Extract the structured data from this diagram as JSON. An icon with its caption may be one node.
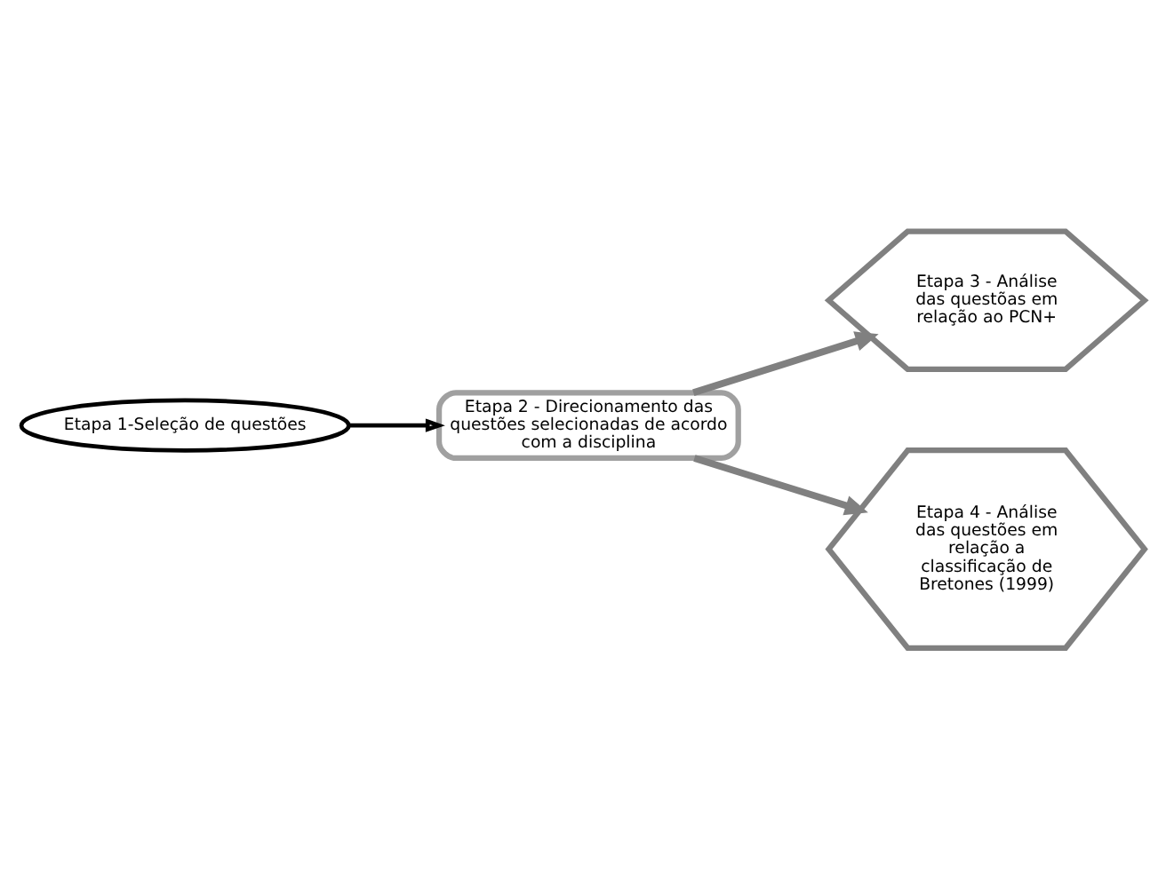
{
  "diagram": {
    "nodes": [
      {
        "text": [
          "Etapa 1-Seleção de questões"
        ]
      },
      {
        "text": [
          "Etapa 2 - Direcionamento das questões selecionadas de acordo com a disciplina"
        ]
      },
      {
        "text": [
          "Etapa 3 - Análise das questõas em relação ao PCN+"
        ]
      },
      {
        "text": [
          "Etapa 4 - Análise das questões em relação a classificação de Bretones (1999)"
        ]
      }
    ],
    "edges": [
      {
        "from": 0,
        "to": 1,
        "arrow": "to",
        "color": "#000000"
      },
      {
        "from": 1,
        "to": 2,
        "arrow": "to"
      },
      {
        "from": 1,
        "to": 3,
        "arrow": "to"
      }
    ]
  }
}
